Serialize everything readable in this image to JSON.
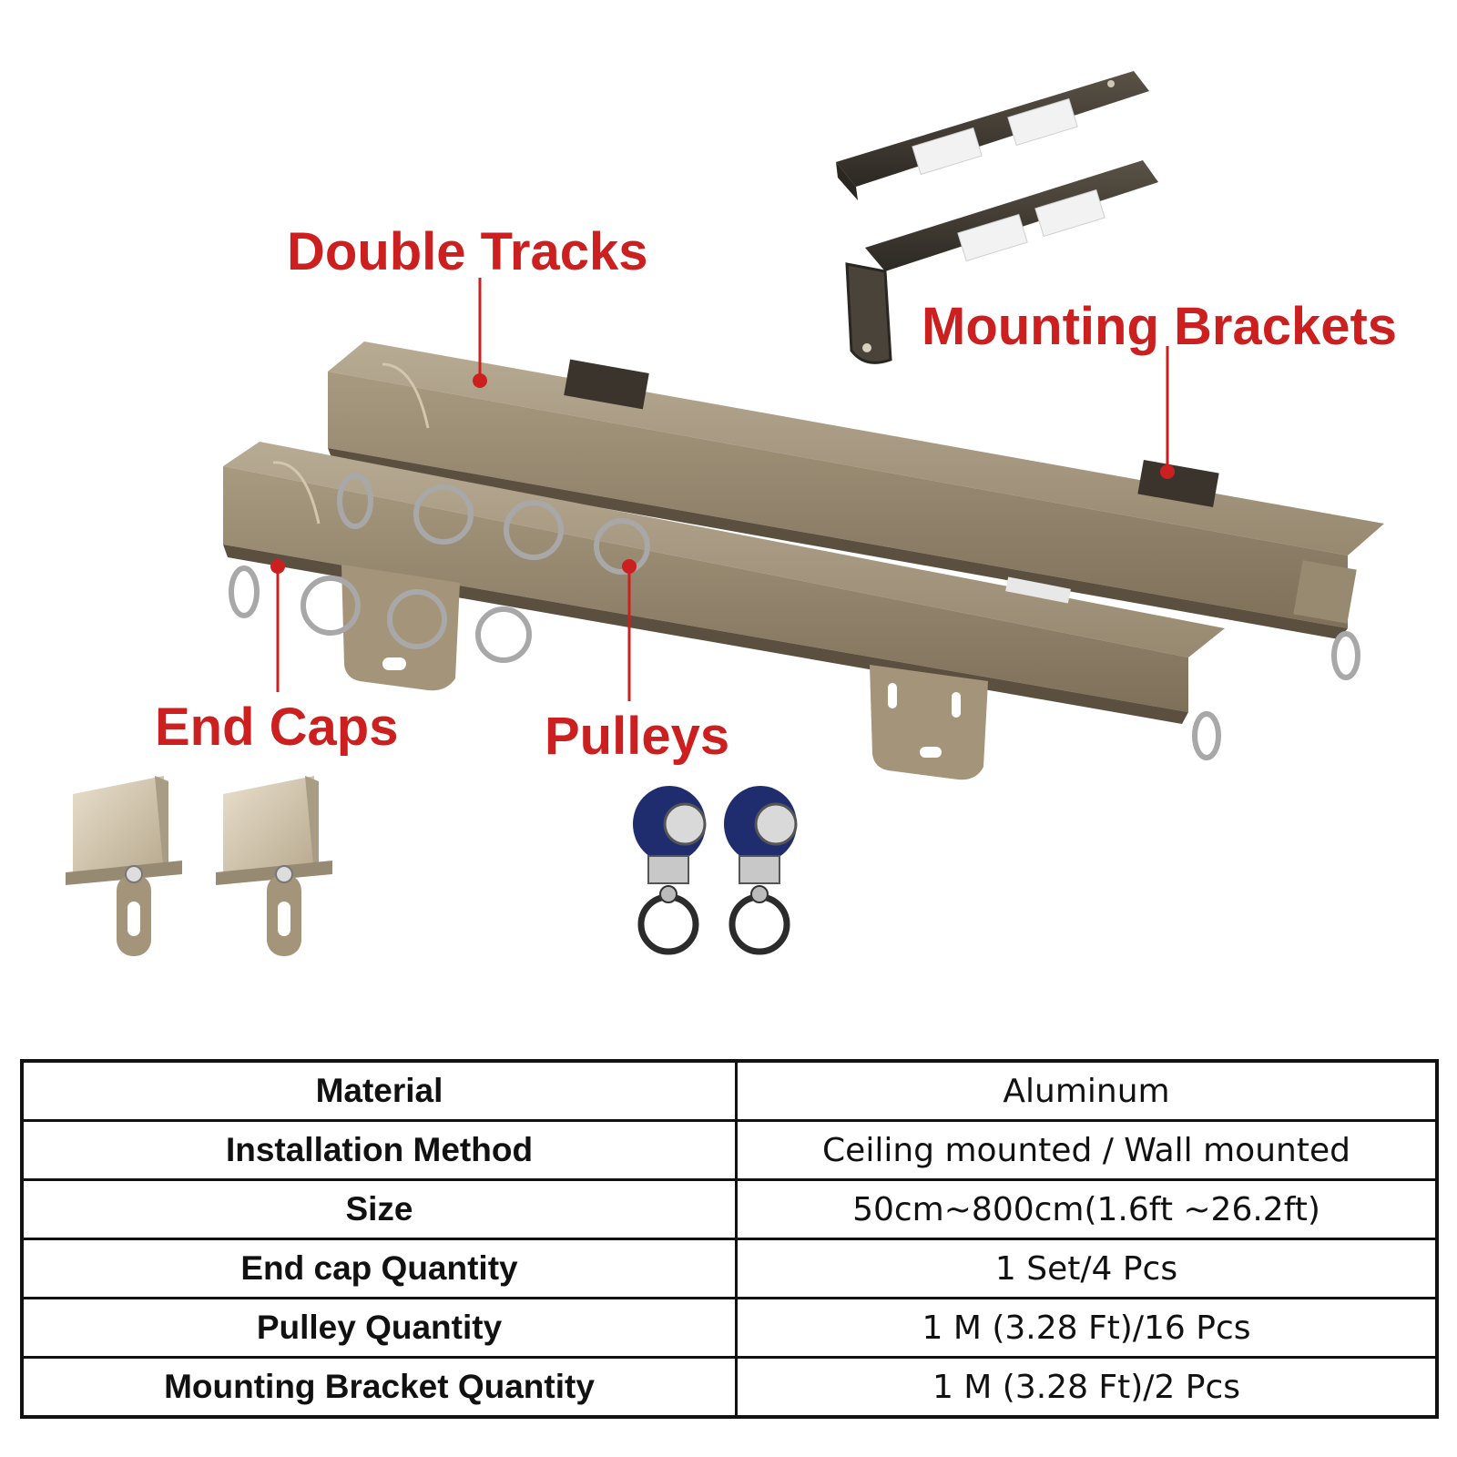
{
  "labels": {
    "double_tracks": "Double Tracks",
    "mounting_brackets": "Mounting Brackets",
    "end_caps": "End Caps",
    "pulleys": "Pulleys"
  },
  "colors": {
    "label_red": "#cc1f1f",
    "track_bronze": "#9b8c74",
    "track_shadow": "#6e6250",
    "pulley_wheel_blue": "#1f2d6e",
    "table_border": "#111111"
  },
  "icons": [
    "double-track-rail",
    "mounting-bracket",
    "end-cap",
    "pulley-wheel",
    "ring-hook"
  ],
  "specs": [
    {
      "label": "Material",
      "value": "Aluminum"
    },
    {
      "label": "Installation Method",
      "value": "Ceiling mounted / Wall mounted"
    },
    {
      "label": "Size",
      "value": "50cm~800cm(1.6ft ~26.2ft)"
    },
    {
      "label": "End cap Quantity",
      "value": "1 Set/4 Pcs"
    },
    {
      "label": "Pulley Quantity",
      "value": "1 M (3.28 Ft)/16 Pcs"
    },
    {
      "label": "Mounting Bracket Quantity",
      "value": "1 M (3.28 Ft)/2 Pcs"
    }
  ]
}
